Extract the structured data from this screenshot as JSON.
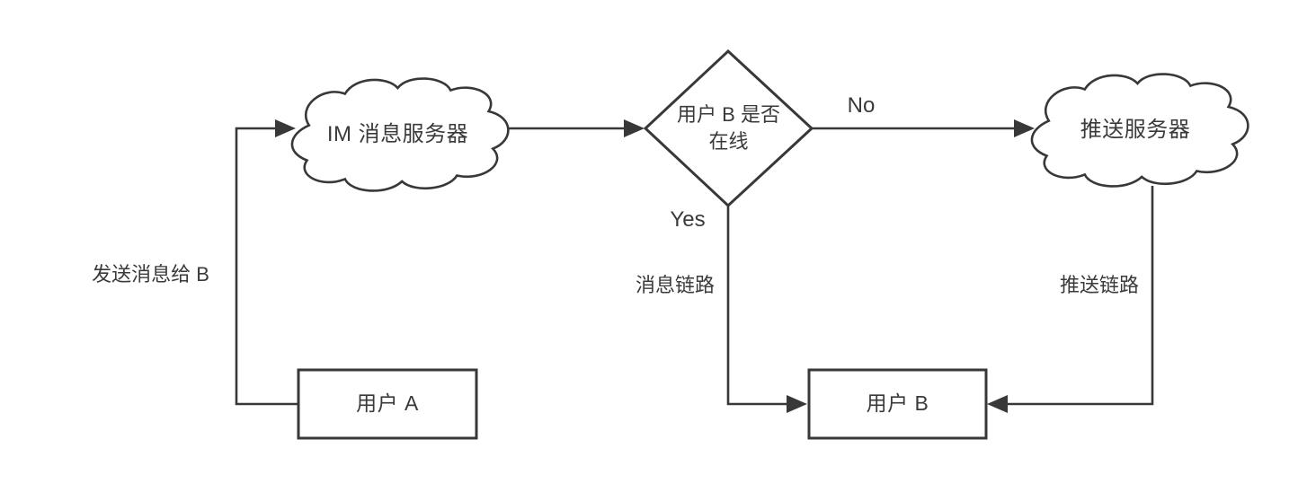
{
  "canvas": {
    "background": "#ffffff",
    "stroke_color": "#383838",
    "text_color": "#3a3a3a"
  },
  "nodes": {
    "im_server": {
      "label": "IM 消息服务器",
      "shape": "cloud"
    },
    "decision": {
      "label": "用户 B 是否\n在线",
      "shape": "diamond"
    },
    "push_server": {
      "label": "推送服务器",
      "shape": "cloud"
    },
    "user_a": {
      "label": "用户 A",
      "shape": "rectangle"
    },
    "user_b": {
      "label": "用户 B",
      "shape": "rectangle"
    }
  },
  "edges": {
    "send_message": {
      "label": "发送消息给 B",
      "from": "user_a",
      "to": "im_server"
    },
    "im_to_decision": {
      "label": "",
      "from": "im_server",
      "to": "decision"
    },
    "no_branch": {
      "label": "No",
      "from": "decision",
      "to": "push_server"
    },
    "yes_branch": {
      "label": "Yes",
      "from": "decision",
      "to": "user_b"
    },
    "message_link": {
      "label": "消息链路",
      "from": "decision",
      "to": "user_b"
    },
    "push_link": {
      "label": "推送链路",
      "from": "push_server",
      "to": "user_b"
    }
  }
}
